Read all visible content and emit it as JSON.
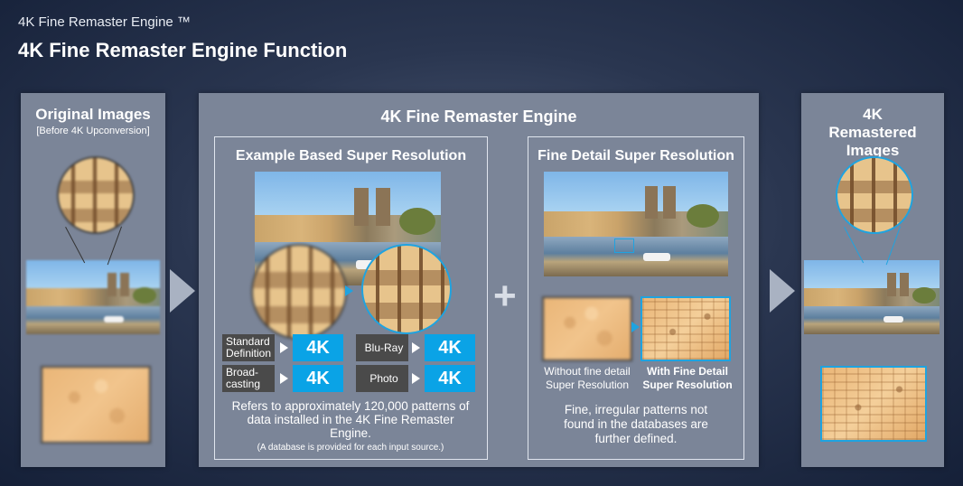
{
  "header": {
    "supertitle": "4K Fine Remaster Engine ™",
    "title": "4K Fine Remaster Engine Function"
  },
  "left_panel": {
    "title": "Original Images",
    "subtitle": "[Before 4K Upconversion]"
  },
  "engine": {
    "title": "4K Fine Remaster Engine",
    "example": {
      "title": "Example Based Super Resolution",
      "sources": [
        {
          "label": "Standard Definition",
          "output": "4K"
        },
        {
          "label": "Blu-Ray",
          "output": "4K"
        },
        {
          "label": "Broad-casting",
          "output": "4K"
        },
        {
          "label": "Photo",
          "output": "4K"
        }
      ],
      "description": "Refers to approximately 120,000 patterns of data installed in the 4K Fine Remaster Engine.",
      "footnote": "(A database is provided for each input source.)"
    },
    "plus": "+",
    "fine": {
      "title": "Fine Detail Super Resolution",
      "without_label": "Without fine detail Super Resolution",
      "with_label": "With Fine Detail Super Resolution",
      "description": "Fine, irregular patterns not found in the databases are further defined."
    }
  },
  "right_panel": {
    "title": "4K Remastered Images"
  },
  "colors": {
    "accent": "#0aa3e6",
    "panel": "#7b8598",
    "chip": "#4a4a4a"
  }
}
